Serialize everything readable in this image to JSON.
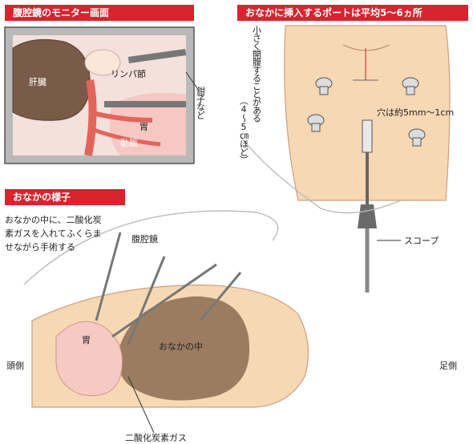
{
  "headers": {
    "monitor": "腹腔鏡のモニター画面",
    "ports": "おなかに挿入するポートは平均5〜6ヵ所",
    "belly": "おなかの様子"
  },
  "monitor": {
    "liver": "肝臓",
    "lymph": "リンパ節",
    "forceps": "鉗子など",
    "stomach": "胃",
    "artery": "動脈"
  },
  "ports": {
    "incision_note": "小さく開腹することがある",
    "incision_size": "（4〜5㎝ほど）",
    "hole_size": "穴は約5mm〜1cm",
    "scope": "スコープ"
  },
  "belly": {
    "description_lines": [
      "おなかの中に、二酸化炭",
      "素ガスを入れてふくらま",
      "せながら手術する"
    ],
    "laparoscope": "腹腔鏡",
    "stomach": "胃",
    "inside": "おなかの中",
    "head_side": "頭側",
    "foot_side": "足側",
    "co2_gas": "二酸化炭素ガス"
  },
  "colors": {
    "accent_red": "#d9232d",
    "skin": "#f6d8b5",
    "cavity_brown": "#9c7c60",
    "liver_brown": "#7a5a48",
    "organ_pink": "#f7c9c4",
    "artery_red": "#e2645a"
  }
}
